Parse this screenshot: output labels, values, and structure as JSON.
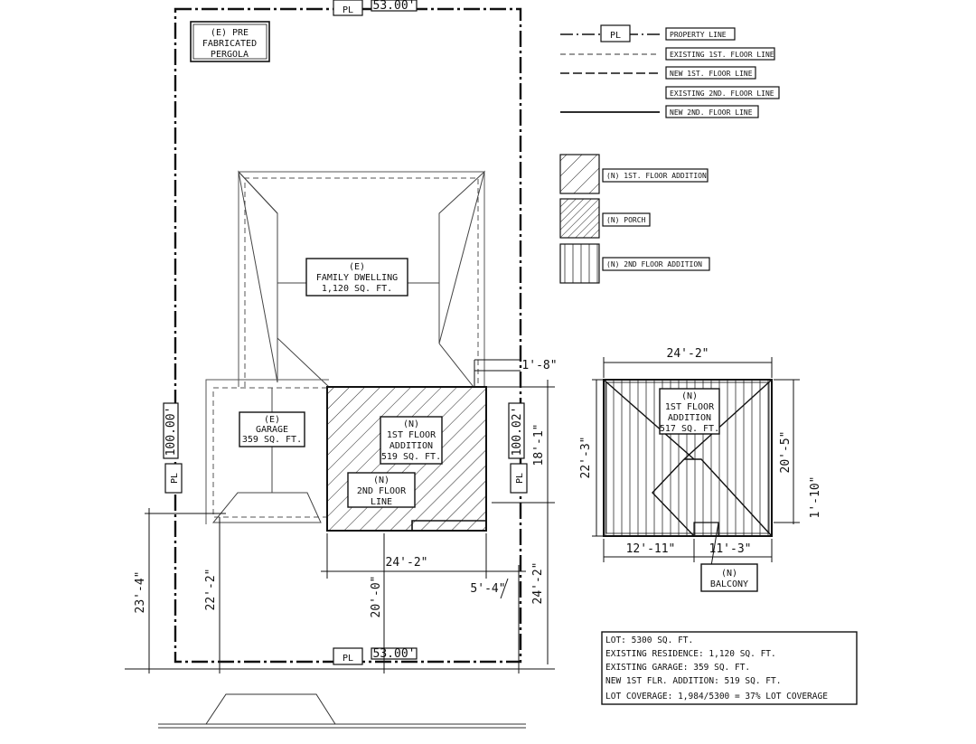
{
  "legend": {
    "lines": [
      {
        "label": "PROPERTY LINE",
        "style": "property",
        "tag": "PL"
      },
      {
        "label": "EXISTING 1ST. FLOOR LINE",
        "style": "existing-1st"
      },
      {
        "label": "NEW 1ST. FLOOR LINE",
        "style": "new-1st"
      },
      {
        "label": "EXISTING 2ND. FLOOR LINE",
        "style": "existing-2nd"
      },
      {
        "label": "NEW 2ND. FLOOR LINE",
        "style": "new-2nd"
      }
    ],
    "hatches": [
      {
        "label": "(N) 1ST. FLOOR ADDITION",
        "pattern": "hatch-wide"
      },
      {
        "label": "(N) PORCH",
        "pattern": "hatch-dense"
      },
      {
        "label": "(N) 2ND FLOOR ADDITION",
        "pattern": "hatch-vertical"
      }
    ]
  },
  "site": {
    "pergola": [
      "(E) PRE",
      "FABRICATED",
      "PERGOLA"
    ],
    "dwelling": [
      "(E)",
      "FAMILY DWELLING",
      "1,120 SQ. FT."
    ],
    "garage": [
      "(E)",
      "GARAGE",
      "359 SQ. FT."
    ],
    "addition": [
      "(N)",
      "1ST FLOOR",
      "ADDITION",
      "519 SQ. FT."
    ],
    "second_floor_line": [
      "(N)",
      "2ND FLOOR",
      "LINE"
    ],
    "pl_tag": "PL",
    "front_length": "53.00'",
    "rear_length": "53.00'",
    "left_length": "100.00'",
    "right_length": "100.02'",
    "dims": {
      "offset_top_right": "1'-8\"",
      "addition_depth": "18'-1\"",
      "addition_width": "24'-2\"",
      "side_setback": "5'-4\"",
      "left_setback": "23'-4\"",
      "garage_setback": "22'-2\"",
      "addition_setback": "20'-0\"",
      "right_setback": "24'-2\""
    }
  },
  "second_floor_plan": {
    "label": [
      "(N)",
      "1ST FLOOR",
      "ADDITION",
      "517 SQ. FT."
    ],
    "balcony": [
      "(N)",
      "BALCONY"
    ],
    "dims": {
      "top": "24'-2\"",
      "left": "22'-3\"",
      "right": "20'-5\"",
      "right_small": "1'-10\"",
      "bottom_left": "12'-11\"",
      "bottom_right": "11'-3\""
    }
  },
  "notes": [
    "LOT: 5300 SQ. FT.",
    "EXISTING RESIDENCE: 1,120 SQ. FT.",
    "EXISTING GARAGE: 359 SQ. FT.",
    "NEW 1ST FLR. ADDITION: 519 SQ. FT.",
    "LOT COVERAGE: 1,984/5300 = 37% LOT COVERAGE"
  ]
}
